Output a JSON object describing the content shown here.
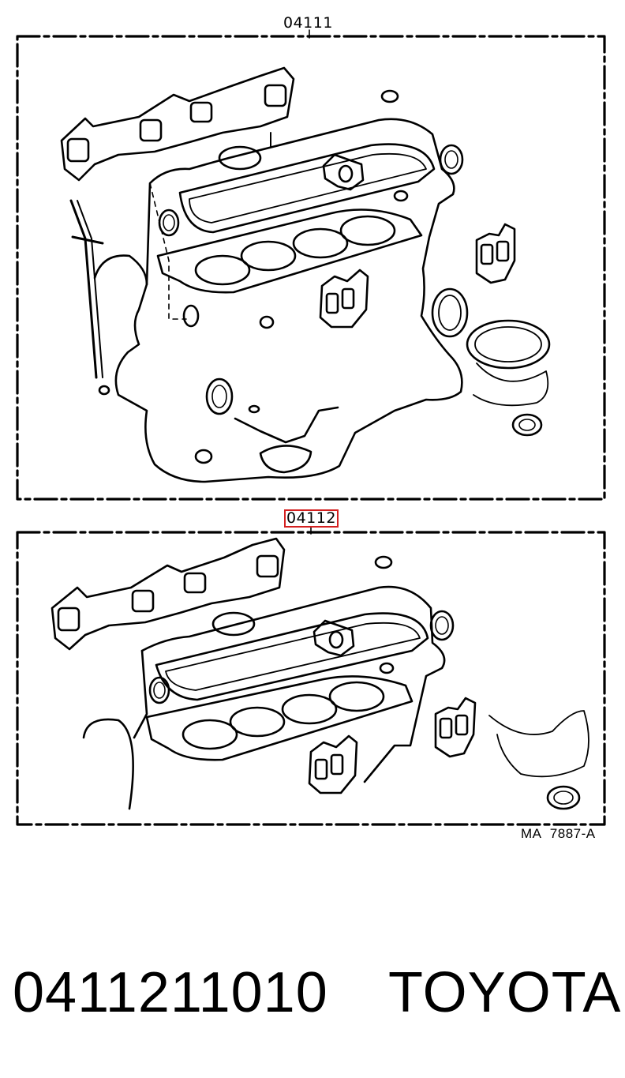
{
  "diagram": {
    "kit_top_label": "04111",
    "kit_bottom_label": "04112",
    "figure_code": "MA 7887-A",
    "highlight_color": "#d42020"
  },
  "caption": {
    "part_number": "0411211010",
    "brand": "TOYOTA"
  }
}
